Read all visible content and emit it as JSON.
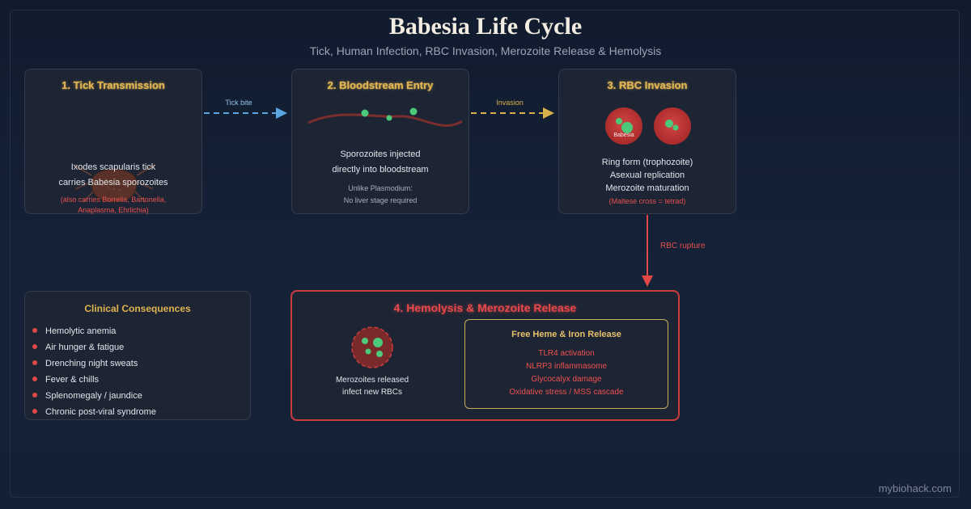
{
  "title": "Babesia Life Cycle",
  "subtitle": "Tick, Human Infection, RBC Invasion, Merozoite Release & Hemolysis",
  "colors": {
    "background": "#142036",
    "card": "#1d2534",
    "gold_title": "#e0b450",
    "red_accent": "#e04848",
    "blue_arrow": "#5aa6e0",
    "gold_arrow": "#d9b04c",
    "rbc": "#c03535",
    "parasite": "#4cc97a"
  },
  "steps": {
    "tick": {
      "title": "1. Tick Transmission",
      "lines": [
        "Ixodes scapularis tick",
        "carries Babesia sporozoites"
      ],
      "note": [
        "(also carries Borrelia, Bartonella,",
        "Anaplasma, Ehrlichia)"
      ]
    },
    "bloodstream": {
      "title": "2. Bloodstream Entry",
      "lines": [
        "Sporozoites injected",
        "directly into bloodstream"
      ],
      "note": [
        "Unlike Plasmodium:",
        "No liver stage required"
      ]
    },
    "rbc": {
      "title": "3. RBC Invasion",
      "cell_label": "Babesia",
      "lines": [
        "Ring form (trophozoite)",
        "Asexual replication",
        "Merozoite maturation"
      ],
      "note": "(Maltese cross = tetrad)"
    },
    "hemolysis": {
      "title": "4. Hemolysis & Merozoite Release",
      "merozoite_text": [
        "Merozoites released",
        "infect new RBCs"
      ],
      "heme": {
        "title": "Free Heme & Iron Release",
        "items": [
          "TLR4 activation",
          "NLRP3 inflammasome",
          "Glycocalyx damage",
          "Oxidative stress / MSS cascade"
        ]
      }
    }
  },
  "arrows": {
    "tick_to_blood": "Tick bite",
    "blood_to_rbc": "Invasion",
    "rbc_to_hemolysis": "RBC rupture"
  },
  "consequences": {
    "title": "Clinical Consequences",
    "items": [
      "Hemolytic anemia",
      "Air hunger & fatigue",
      "Drenching night sweats",
      "Fever & chills",
      "Splenomegaly / jaundice",
      "Chronic post-viral syndrome"
    ]
  },
  "watermark": "mybiohack.com"
}
